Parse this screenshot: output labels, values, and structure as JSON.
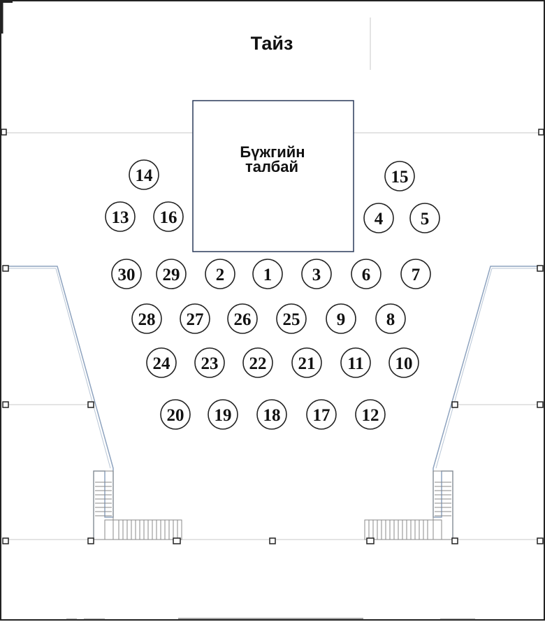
{
  "stage": {
    "label": "Тайз"
  },
  "dance_floor": {
    "label_line1": "Бүжгийн",
    "label_line2": "талбай"
  },
  "tables": [
    {
      "number": "14"
    },
    {
      "number": "15"
    },
    {
      "number": "13"
    },
    {
      "number": "16"
    },
    {
      "number": "4"
    },
    {
      "number": "5"
    },
    {
      "number": "30"
    },
    {
      "number": "29"
    },
    {
      "number": "2"
    },
    {
      "number": "1"
    },
    {
      "number": "3"
    },
    {
      "number": "6"
    },
    {
      "number": "7"
    },
    {
      "number": "28"
    },
    {
      "number": "27"
    },
    {
      "number": "26"
    },
    {
      "number": "25"
    },
    {
      "number": "9"
    },
    {
      "number": "8"
    },
    {
      "number": "24"
    },
    {
      "number": "23"
    },
    {
      "number": "22"
    },
    {
      "number": "21"
    },
    {
      "number": "11"
    },
    {
      "number": "10"
    },
    {
      "number": "20"
    },
    {
      "number": "19"
    },
    {
      "number": "18"
    },
    {
      "number": "17"
    },
    {
      "number": "12"
    }
  ]
}
